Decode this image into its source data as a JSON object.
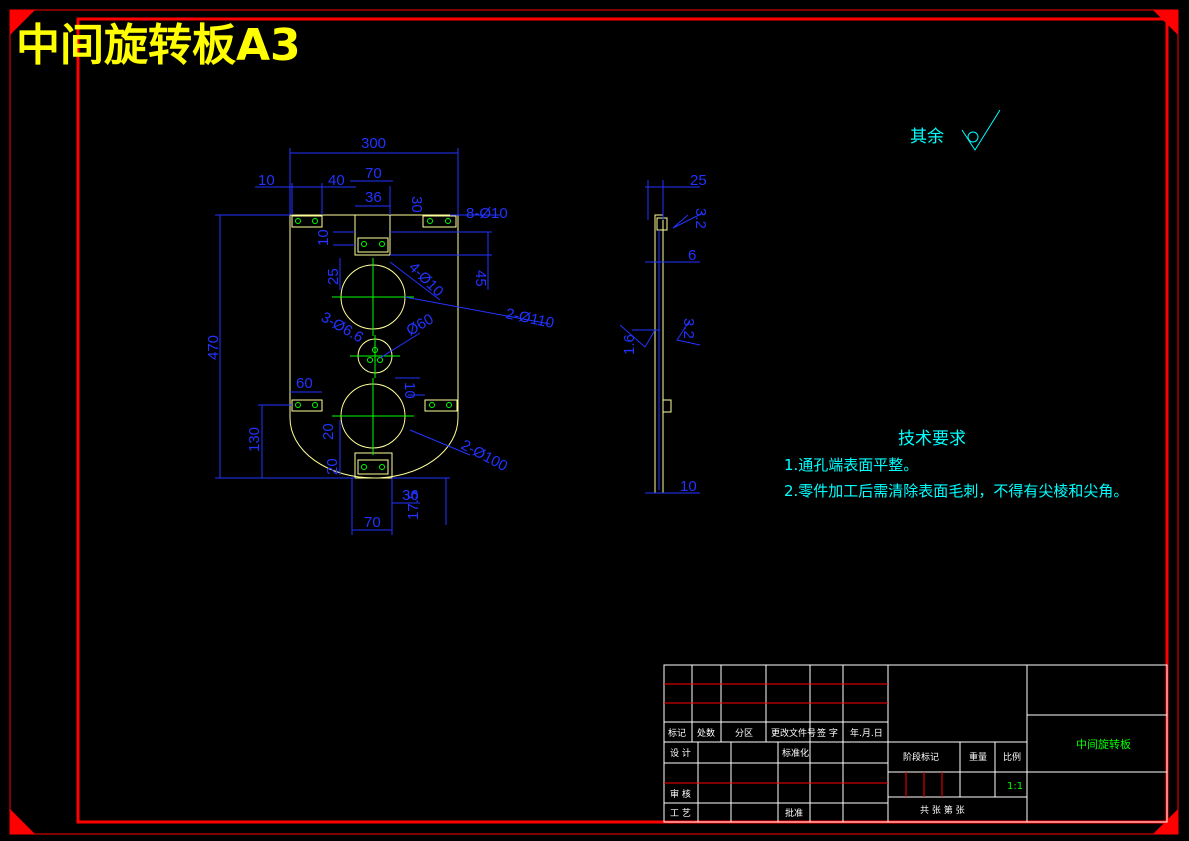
{
  "drawing_title": "中间旋转板A3",
  "dimensions": {
    "overall_width": "300",
    "w10": "10",
    "w40": "40",
    "w70_top": "70",
    "w36_top": "36",
    "w30": "30",
    "slots_top": "8-Ø10",
    "v10": "10",
    "v25": "25",
    "v45": "45",
    "holes4": "4-Ø10",
    "holes2_110": "2-Ø110",
    "holes3": "3-Ø6.6",
    "d60_center": "Ø60",
    "v10b": "10",
    "w60": "60",
    "height470": "470",
    "height130": "130",
    "v20": "20",
    "v20b": "20",
    "holes2_100": "2-Ø100",
    "w36_bottom": "36",
    "w70_bottom": "70",
    "v17_5": "17.5",
    "side_25": "25",
    "side_6": "6",
    "side_10": "10",
    "rough_3_2_a": "3.2",
    "rough_3_2_b": "3.2",
    "rough_1_6": "1.6"
  },
  "roughness_note": "其余",
  "tech_req": {
    "title": "技术要求",
    "item1": "1.通孔端表面平整。",
    "item2": "2.零件加工后需清除表面毛刺，不得有尖棱和尖角。"
  },
  "title_block": {
    "mark": "标记",
    "count": "处数",
    "zone": "分区",
    "change_doc": "更改文件号",
    "signature": "签 字",
    "date": "年.月.日",
    "design": "设 计",
    "standardize": "标准化",
    "review": "审 核",
    "process": "工 艺",
    "approve": "批准",
    "stage_mark": "阶段标记",
    "weight": "重量",
    "scale": "比例",
    "scale_value": "1:1",
    "sheets": "共   张   第   张",
    "part_name": "中间旋转板"
  },
  "colors": {
    "background": "#000000",
    "frame": "#ff0000",
    "outline": "#ffff99",
    "dimension": "#0000ff",
    "center": "#00ff00",
    "text_cyan": "#00ffff",
    "title_yellow": "#ffff00"
  }
}
